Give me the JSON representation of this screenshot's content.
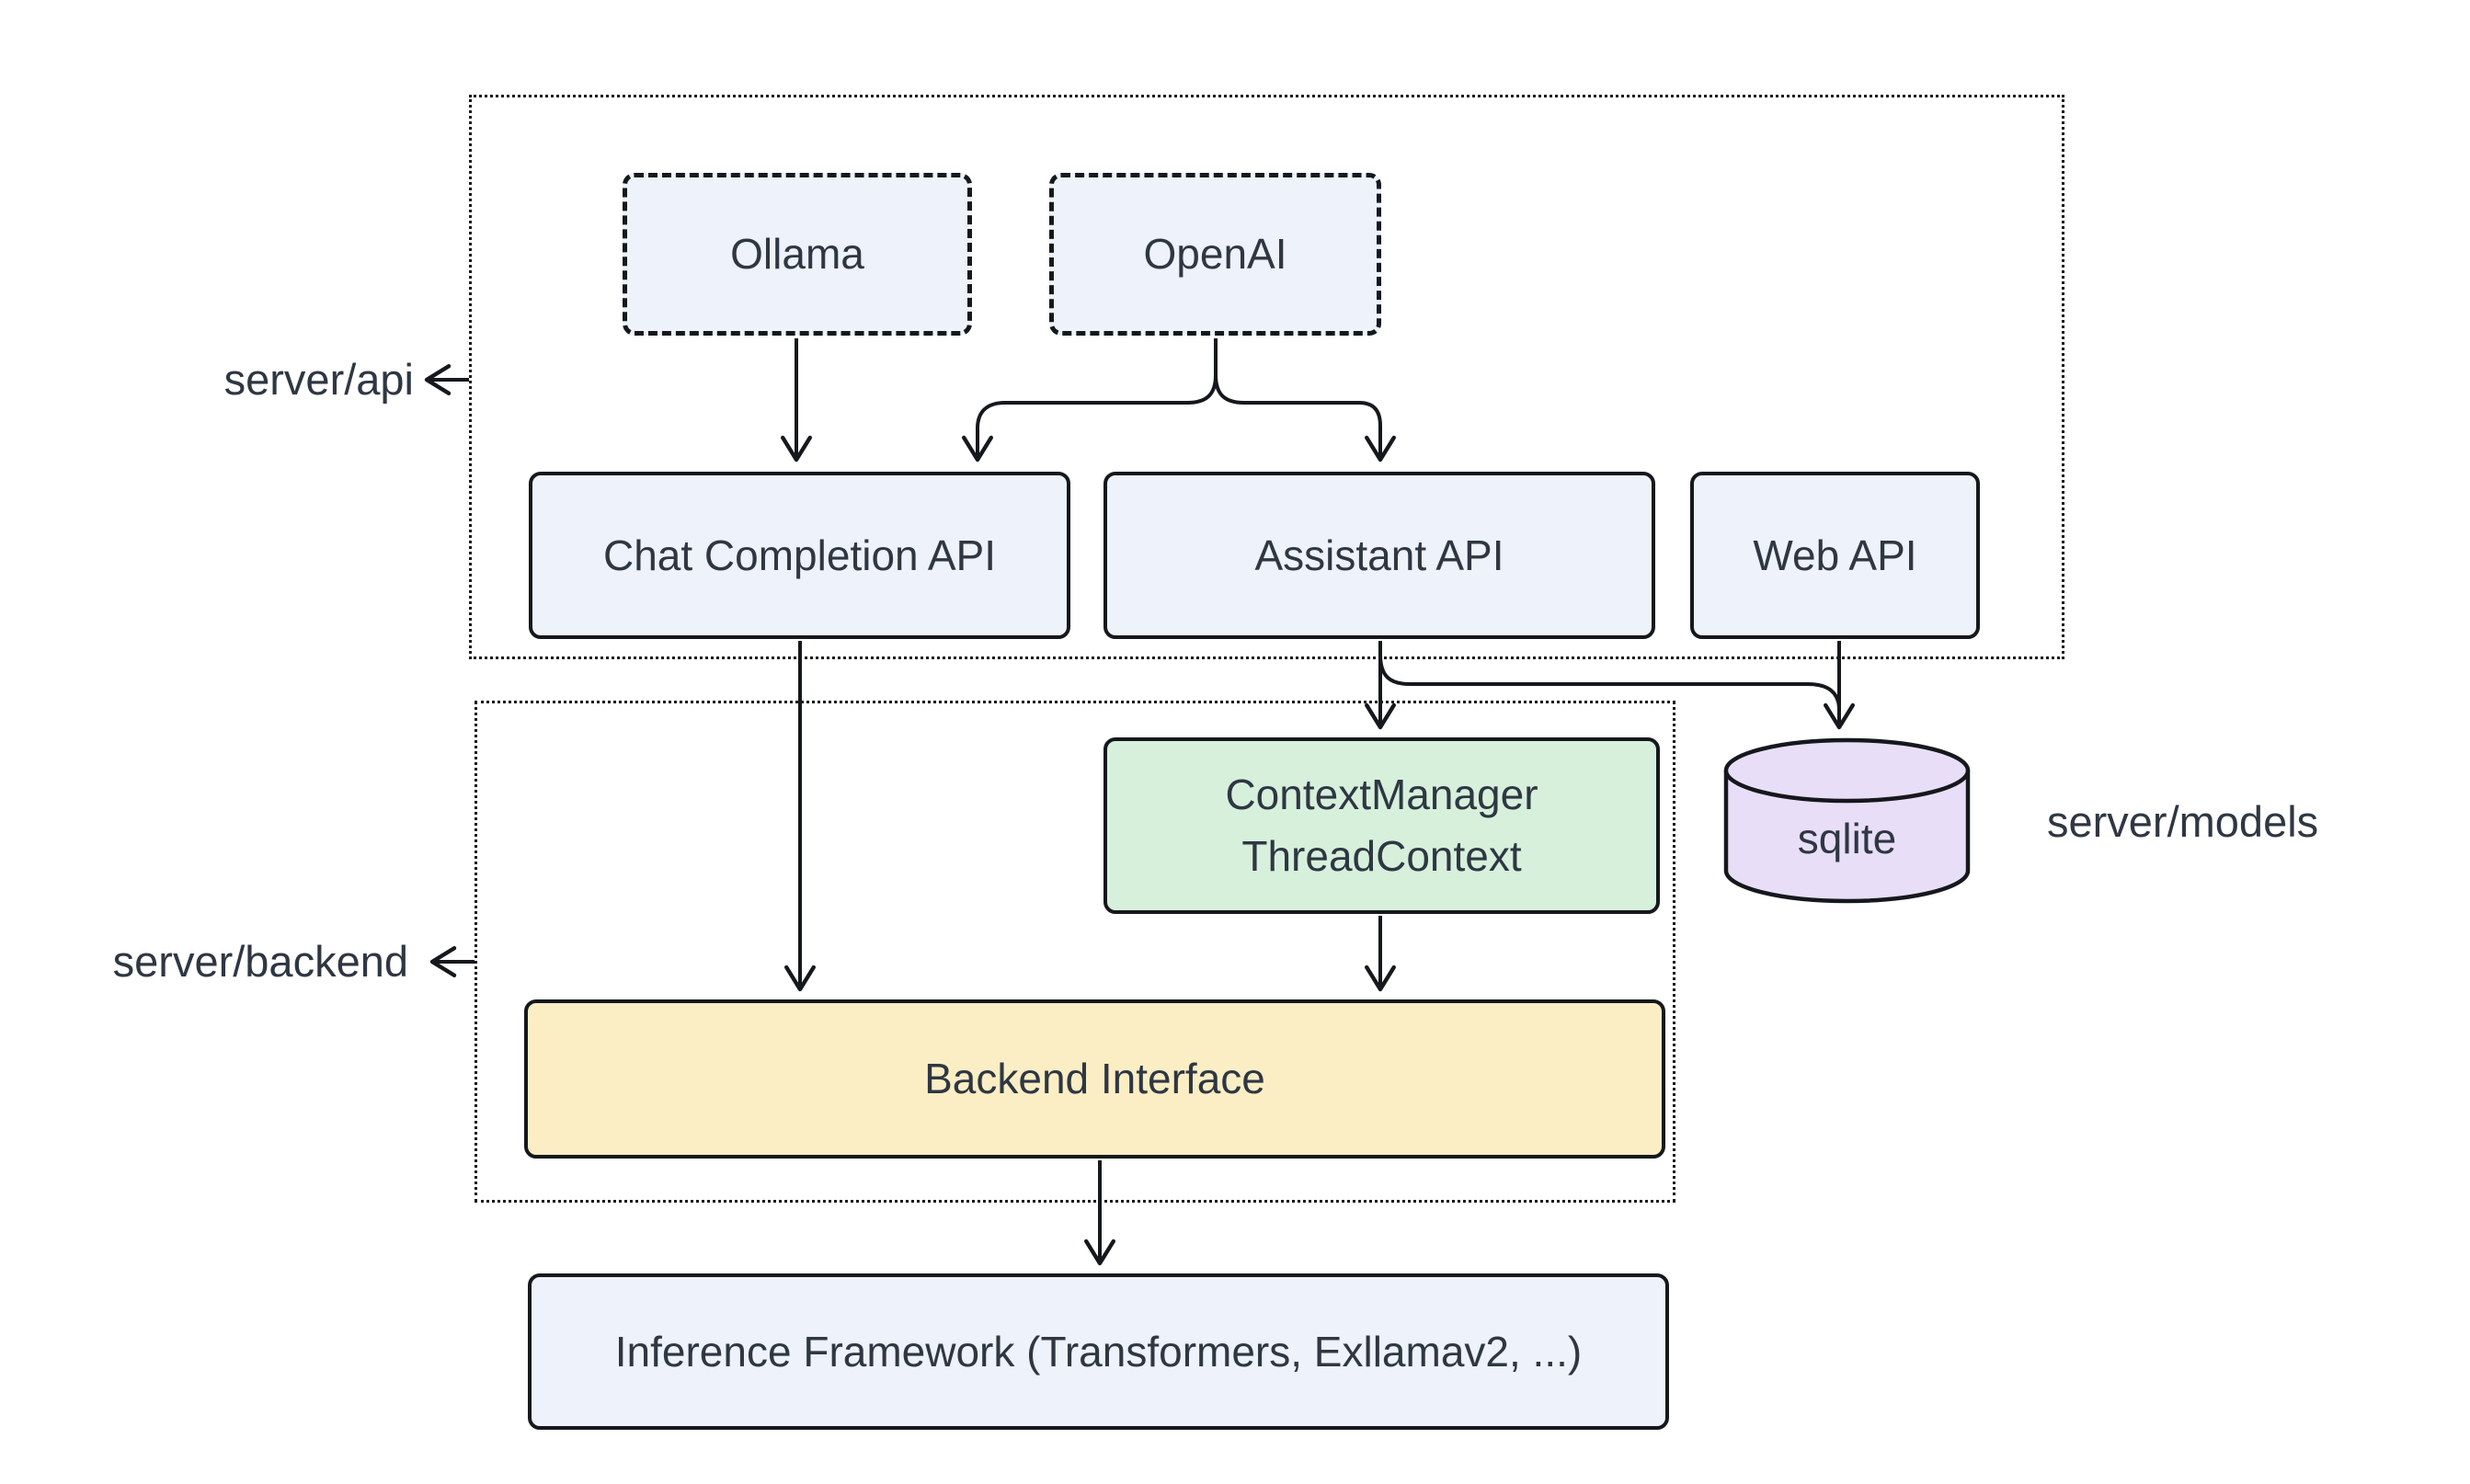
{
  "diagram": {
    "groups": {
      "api": {
        "label": "server/api"
      },
      "backend": {
        "label": "server/backend"
      },
      "models": {
        "label": "server/models"
      }
    },
    "nodes": {
      "ollama": {
        "label": "Ollama",
        "shape": "dashed-box",
        "fill": "#edf2fb"
      },
      "openai": {
        "label": "OpenAI",
        "shape": "dashed-box",
        "fill": "#edf2fb"
      },
      "chat_api": {
        "label": "Chat Completion API",
        "shape": "box",
        "fill": "#edf2fb"
      },
      "assistant_api": {
        "label": "Assistant API",
        "shape": "box",
        "fill": "#edf2fb"
      },
      "web_api": {
        "label": "Web API",
        "shape": "box",
        "fill": "#edf2fb"
      },
      "context_manager": {
        "label": "ContextManager\nThreadContext",
        "shape": "box",
        "fill": "#d7f0dc"
      },
      "sqlite": {
        "label": "sqlite",
        "shape": "cylinder",
        "fill": "#e9def8"
      },
      "backend_interface": {
        "label": "Backend Interface",
        "shape": "box",
        "fill": "#fbeec4"
      },
      "inference": {
        "label": "Inference Framework (Transformers, Exllamav2, ...)",
        "shape": "box",
        "fill": "#edf2fb"
      }
    },
    "edges": [
      {
        "from": "Ollama",
        "to": "Chat Completion API"
      },
      {
        "from": "OpenAI",
        "to": "Chat Completion API"
      },
      {
        "from": "OpenAI",
        "to": "Assistant API"
      },
      {
        "from": "Chat Completion API",
        "to": "Backend Interface"
      },
      {
        "from": "Assistant API",
        "to": "ContextManager ThreadContext"
      },
      {
        "from": "Assistant API",
        "to": "sqlite"
      },
      {
        "from": "Web API",
        "to": "sqlite"
      },
      {
        "from": "ContextManager ThreadContext",
        "to": "Backend Interface"
      },
      {
        "from": "Backend Interface",
        "to": "Inference Framework (Transformers, Exllamav2, ...)"
      }
    ],
    "colors": {
      "line": "#15181c",
      "text": "#2e3742",
      "node_blue": "#edf2fb",
      "node_green": "#d7f0dc",
      "node_yellow": "#fbeec4",
      "node_purple": "#e9def8"
    }
  }
}
